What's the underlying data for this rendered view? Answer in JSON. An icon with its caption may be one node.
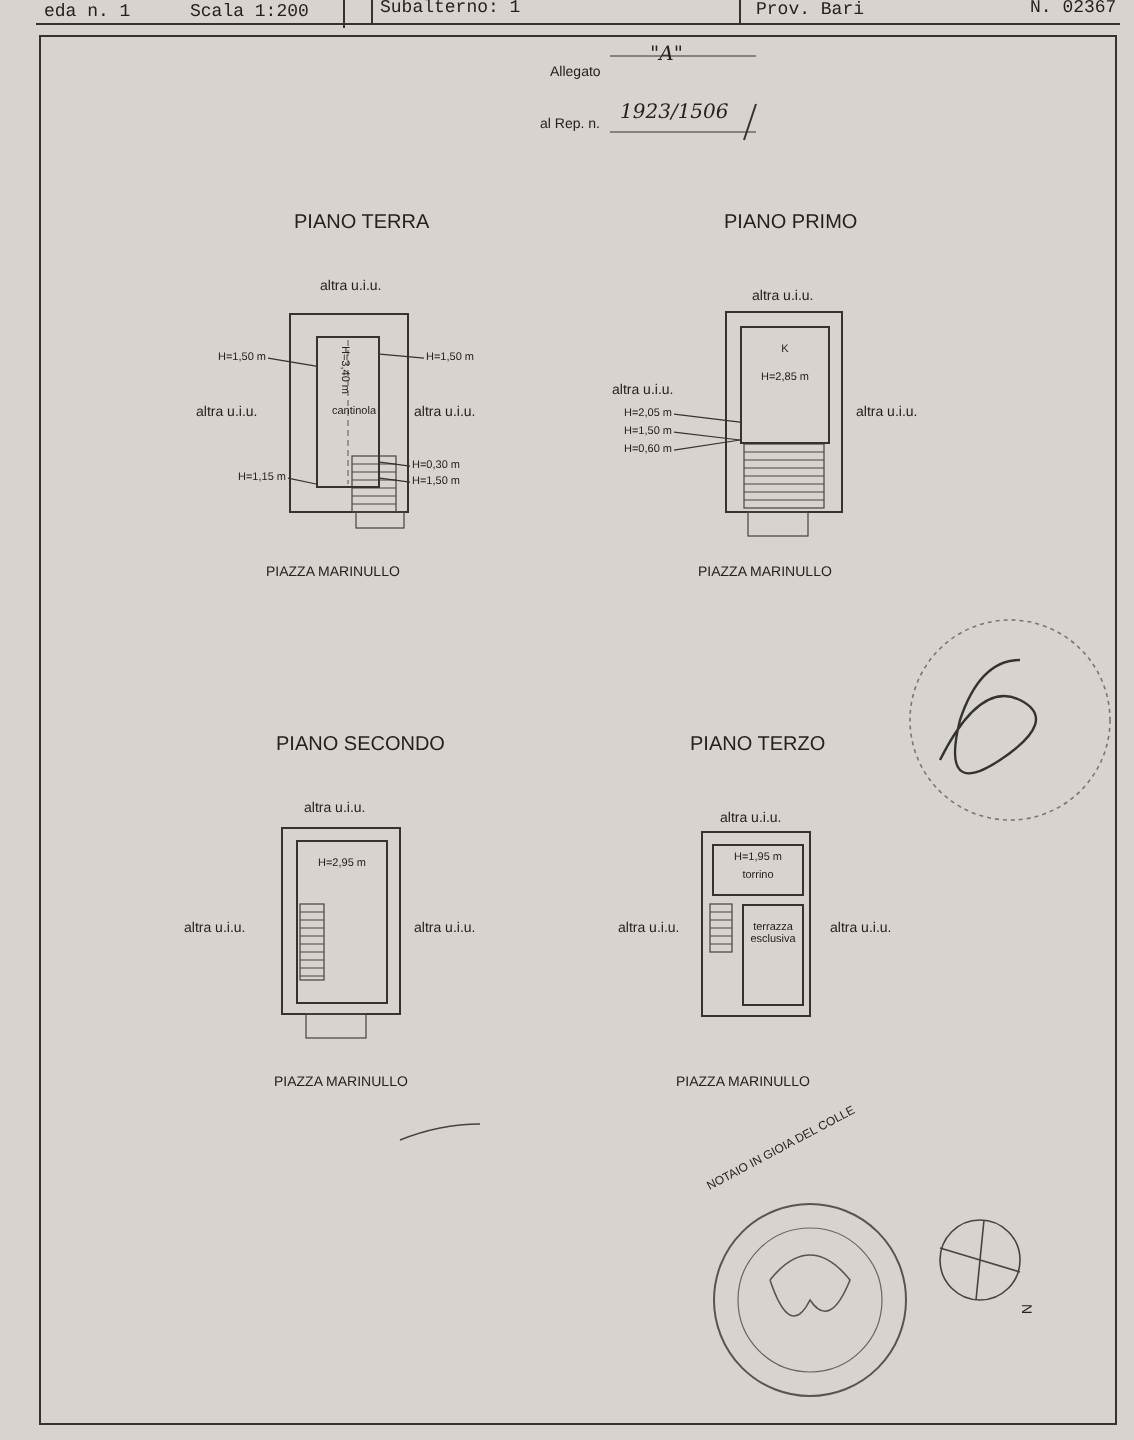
{
  "diagram": {
    "nodes": [
      {
        "text": [
          "H=1,50 m"
        ]
      },
      {
        "text": [
          "H=1,50 m"
        ]
      },
      {
        "text": [
          "H=3,40 m",
          "cantinola"
        ]
      },
      {
        "text": [
          "H=1,15 m"
        ]
      },
      {
        "text": [
          "H=0,30 m"
        ]
      },
      {
        "text": [
          "H=1,50 m"
        ]
      },
      {
        "text": [
          "K",
          "H=2,85 m"
        ]
      },
      {
        "text": [
          "H=2,05 m"
        ]
      },
      {
        "text": [
          "H=1,50 m"
        ]
      },
      {
        "text": [
          "H=0,60 m"
        ]
      },
      {
        "text": [
          "H=2,95 m"
        ]
      },
      {
        "text": [
          "H=1,95 m",
          "torrino"
        ]
      },
      {
        "text": [
          "terrazza esclusiva"
        ]
      }
    ],
    "edges": [
      {
        "from": 0,
        "to": 2,
        "arrow": "none"
      },
      {
        "from": 1,
        "to": 2,
        "arrow": "none"
      },
      {
        "from": 3,
        "to": 2,
        "arrow": "none"
      },
      {
        "from": 4,
        "to": 2,
        "arrow": "none"
      },
      {
        "from": 5,
        "to": 2,
        "arrow": "none"
      },
      {
        "from": 7,
        "to": 6,
        "arrow": "none"
      },
      {
        "from": 8,
        "to": 6,
        "arrow": "none"
      },
      {
        "from": 9,
        "to": 6,
        "arrow": "none"
      }
    ],
    "labels": [
      "eda n. 1",
      "Scala 1:200",
      "Subalterno: 1",
      "Prov. Bari",
      "N. 02367",
      "Allegato",
      "\"A\"",
      "al Rep. n.",
      "1923/1506",
      "PIANO TERRA",
      "PIANO PRIMO",
      "altra u.i.u.",
      "altra u.i.u.",
      "altra u.i.u.",
      "altra u.i.u.",
      "altra u.i.u.",
      "altra u.i.u.",
      "PIAZZA MARINULLO",
      "PIAZZA MARINULLO",
      "PIANO SECONDO",
      "PIANO TERZO",
      "altra u.i.u.",
      "altra u.i.u.",
      "altra u.i.u.",
      "altra u.i.u.",
      "altra u.i.u.",
      "altra u.i.u.",
      "PIAZZA MARINULLO",
      "PIAZZA MARINULLO",
      "NOTAIO IN GIOIA DEL COLLE",
      "N"
    ]
  }
}
